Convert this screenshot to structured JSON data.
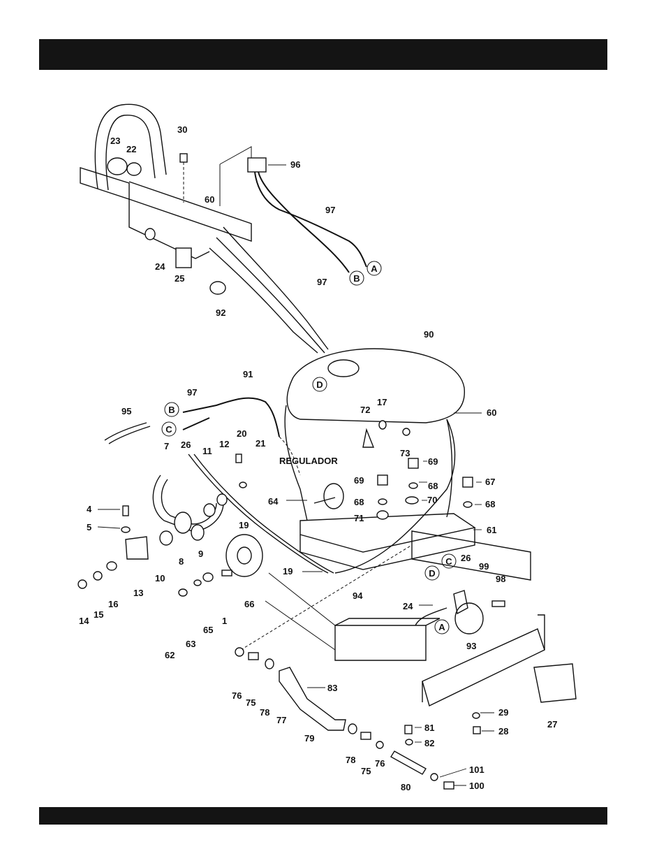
{
  "header_bar": {
    "color": "#141414"
  },
  "footer_bar": {
    "color": "#141414"
  },
  "diagram": {
    "label_regulador": "REGULADOR",
    "circle_letters": [
      "A",
      "B",
      "B",
      "A",
      "C",
      "C",
      "D",
      "D",
      "A"
    ],
    "callouts": [
      "30",
      "23",
      "22",
      "96",
      "60",
      "97",
      "24",
      "25",
      "97",
      "92",
      "90",
      "91",
      "97",
      "95",
      "17",
      "72",
      "60",
      "7",
      "26",
      "11",
      "12",
      "20",
      "21",
      "73",
      "69",
      "69",
      "67",
      "68",
      "68",
      "68",
      "4",
      "70",
      "64",
      "5",
      "71",
      "19",
      "61",
      "99",
      "10",
      "9",
      "8",
      "26",
      "98",
      "13",
      "16",
      "19",
      "94",
      "24",
      "15",
      "14",
      "66",
      "65",
      "1",
      "62",
      "63",
      "93",
      "27",
      "29",
      "28",
      "83",
      "76",
      "75",
      "78",
      "77",
      "79",
      "81",
      "82",
      "78",
      "75",
      "76",
      "101",
      "80",
      "100"
    ]
  }
}
